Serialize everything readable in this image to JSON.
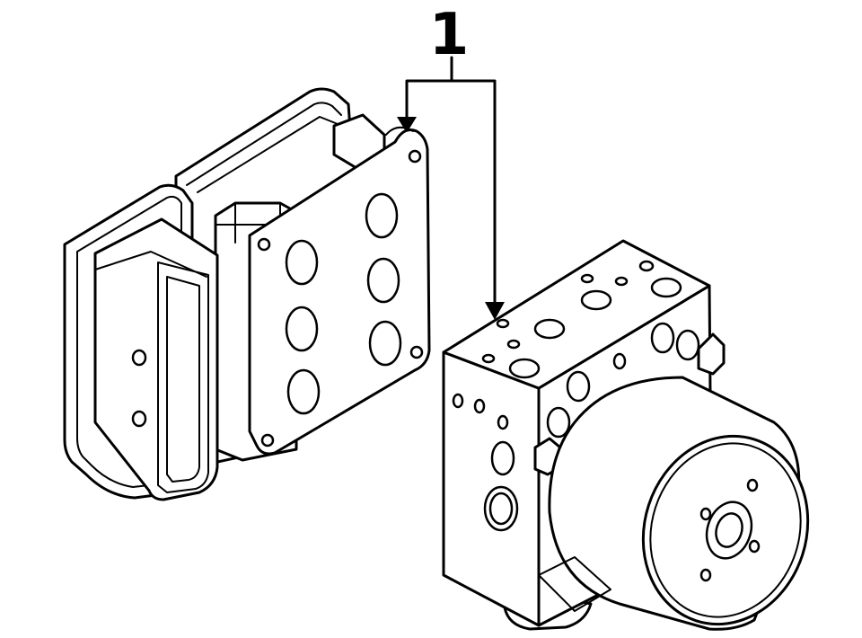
{
  "callout": {
    "number": "1"
  },
  "colors": {
    "line": "#000000",
    "background": "#ffffff"
  },
  "parts": [
    {
      "id": "1",
      "name": "abs-control-module"
    },
    {
      "id": "1",
      "name": "abs-hydraulic-unit"
    }
  ]
}
